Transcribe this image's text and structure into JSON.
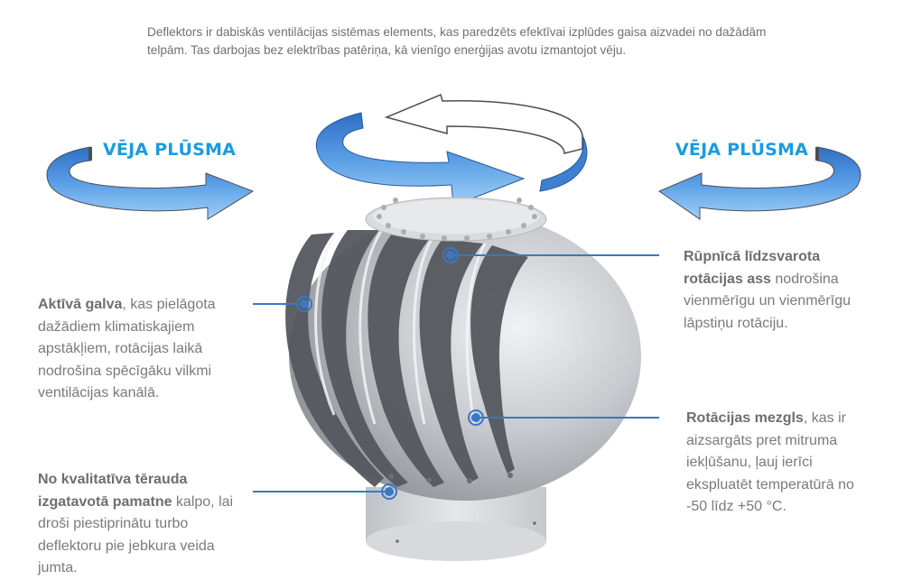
{
  "intro": {
    "text": "Deflektors ir dabiskās ventilācijas sistēmas elements, kas paredzēts efektīvai izplūdes gaisa aizvadei no dažādām telpām. Tas darbojas bez elektrības patēriņa, kā vienīgo enerģijas avotu izmantojot vēju."
  },
  "wind_labels": {
    "left": "VĒJA PLŪSMA",
    "right": "VĒJA PLŪSMA"
  },
  "callouts": [
    {
      "id": "active-head",
      "bold": "Aktīvā galva",
      "rest": ", kas pielāgota dažādiem klimatiskajiem apstākļiem, rotācijas laikā nodrošina spēcīgāku vilkmi ventilācijas kanālā."
    },
    {
      "id": "base",
      "bold": "No kvalitatīva tērauda izgatavotā pamatne",
      "rest": " kalpo, lai droši piestiprinātu turbo deflektoru pie jebkura veida jumta."
    },
    {
      "id": "axis",
      "bold": "Rūpnīcā līdzsvarota rotācijas ass",
      "rest": " nodrošina vienmērīgu un vienmērīgu lāpstiņu rotāciju."
    },
    {
      "id": "rotation-unit",
      "bold": "Rotācijas mezgls",
      "rest": ", kas ir aizsargāts pret mitruma iekļūšanu, ļauj ierīci ekspluatēt temperatūrā no -50 līdz +50 °C."
    }
  ],
  "colors": {
    "accent_blue": "#3a78c4",
    "label_blue": "#1a9be0",
    "text_gray": "#7a7a7a"
  }
}
